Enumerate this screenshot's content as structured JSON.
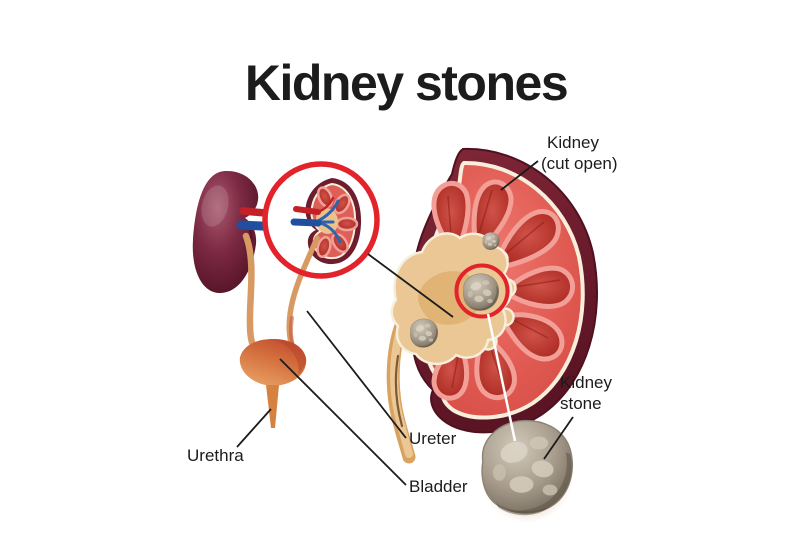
{
  "title": "Kidney stones",
  "labels": {
    "kidney_cut_open": {
      "line1": "Kidney",
      "line2": "(cut open)"
    },
    "kidney_stone": {
      "line1": "Kidney",
      "line2": "stone"
    },
    "ureter": "Ureter",
    "bladder": "Bladder",
    "urethra": "Urethra"
  },
  "palette": {
    "background": "#ffffff",
    "title_text": "#1c1c1c",
    "label_text": "#1c1c1c",
    "leader_line": "#1b1b1b",
    "highlight_circle_red": "#e2232b",
    "whole_kidney_maroon": "#7d2a44",
    "kidney_rim_maroon": "#6e1d2e",
    "cortex_red": "#e05a52",
    "pyramid_dark_red": "#b23229",
    "renal_column_pink": "#f2a097",
    "cream_lining": "#f7eedb",
    "renal_pelvis_tan": "#eac794",
    "ureter_tan": "#d89a63",
    "bladder_orange": "#d4713f",
    "artery_red": "#c42127",
    "vein_blue": "#1f4f9e",
    "stone_gray": "#a79c8c",
    "stone_light_gray": "#d6cec0",
    "stone_glow_tan": "#b06c2c"
  }
}
